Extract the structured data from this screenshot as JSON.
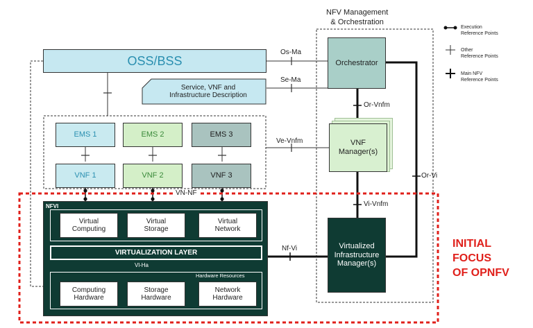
{
  "nfv_mano_title": [
    "NFV Management",
    "& Orchestration"
  ],
  "legend": {
    "execution": [
      "Execution",
      "Reference Points"
    ],
    "other": [
      "Other",
      "Reference Points"
    ],
    "main": [
      "Main NFV",
      "Reference Points"
    ]
  },
  "oss_bss": "OSS/BSS",
  "service_desc": [
    "Service, VNF and",
    "Infrastructure Description"
  ],
  "orchestrator": "Orchestrator",
  "vnf_manager": [
    "VNF",
    "Manager(s)"
  ],
  "vim": [
    "Virtualized",
    "Infrastructure",
    "Manager(s)"
  ],
  "ems": [
    "EMS 1",
    "EMS 2",
    "EMS 3"
  ],
  "vnf": [
    "VNF 1",
    "VNF 2",
    "VNF 3"
  ],
  "nfvi": {
    "label": "NFVI",
    "virtual": [
      [
        "Virtual",
        "Computing"
      ],
      [
        "Virtual",
        "Storage"
      ],
      [
        "Virtual",
        "Network"
      ]
    ],
    "virtualization_layer": "VIRTUALIZATION LAYER",
    "vi_ha": "Vl-Ha",
    "hw_label": "Hardware Resources",
    "hardware": [
      [
        "Computing",
        "Hardware"
      ],
      [
        "Storage",
        "Hardware"
      ],
      [
        "Network",
        "Hardware"
      ]
    ]
  },
  "reference_points": {
    "os_ma": "Os-Ma",
    "se_ma": "Se-Ma",
    "or_vnfm": "Or-Vnfm",
    "ve_vnfm": "Ve-Vnfm",
    "or_vi": "Or-Vi",
    "vn_nf": "VN-NF",
    "vi_vnfm": "Vi-Vnfm",
    "nf_vi": "Nf-Vi"
  },
  "initial_focus": [
    "INITIAL",
    "FOCUS",
    "OF OPNFV"
  ],
  "colors": {
    "teal_dark": "#0f3b33",
    "oss_fill": "#c6e8f1",
    "orchestrator_fill": "#a9cfc8",
    "vnfm_fill": "#d8f0d0",
    "red": "#e0201b"
  }
}
